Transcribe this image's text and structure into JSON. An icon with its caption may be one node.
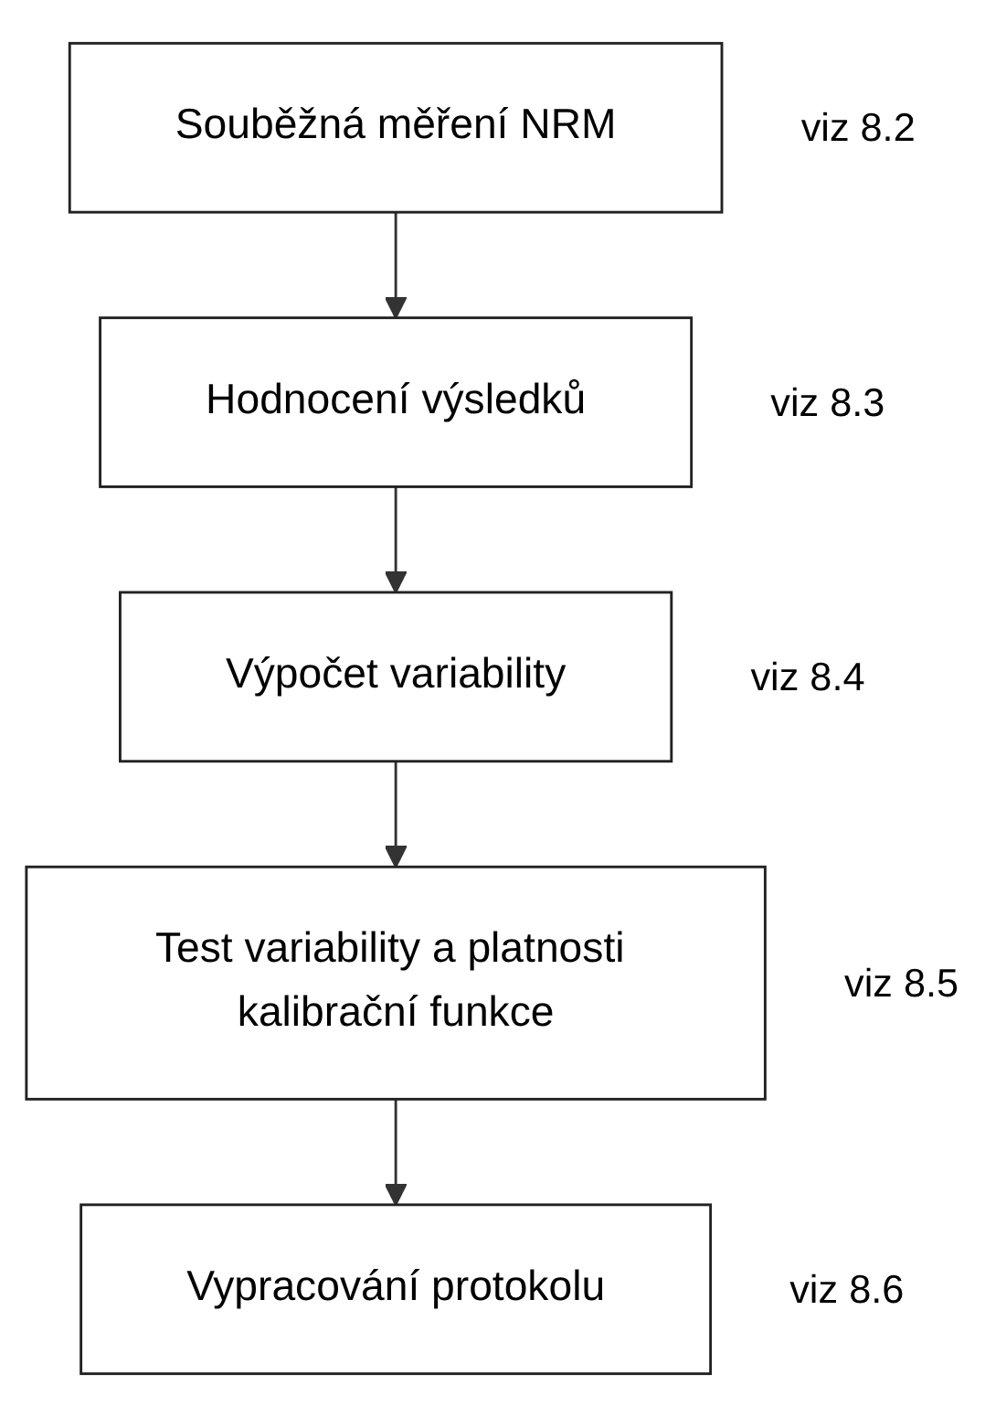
{
  "diagram": {
    "nodes": [
      {
        "text": [
          "Souběžná měření NRM"
        ],
        "beside": [
          "viz 8.2"
        ]
      },
      {
        "text": [
          "Hodnocení výsledků"
        ],
        "beside": [
          "viz 8.3"
        ]
      },
      {
        "text": [
          "Výpočet variability"
        ],
        "beside": [
          "viz 8.4"
        ]
      },
      {
        "text": [
          "Test variability a platnosti kalibrační funkce"
        ],
        "beside": [
          "viz 8.5"
        ]
      },
      {
        "text": [
          "Vypracování protokolu"
        ],
        "beside": [
          "viz 8.6"
        ]
      }
    ],
    "edges": [
      {
        "from": 0,
        "to": 1,
        "arrow": "to"
      },
      {
        "from": 1,
        "to": 2,
        "arrow": "to"
      },
      {
        "from": 2,
        "to": 3,
        "arrow": "to"
      },
      {
        "from": 3,
        "to": 4,
        "arrow": "to"
      }
    ]
  }
}
